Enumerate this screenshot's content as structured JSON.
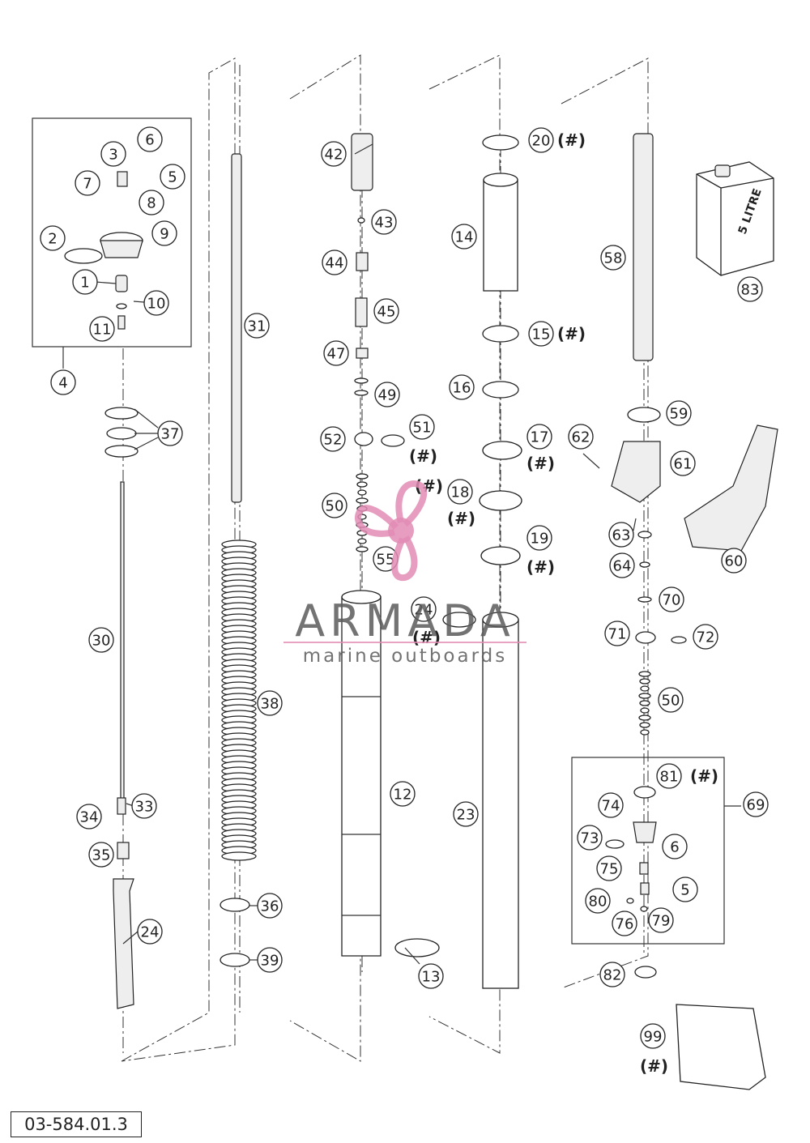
{
  "document_ref": "03-584.01.3",
  "watermark": {
    "brand": "ARMADA",
    "tagline": "marine outboards"
  },
  "oil_can_label": "5 LITRE",
  "hash_mark": "(#)",
  "callouts": [
    "1",
    "2",
    "3",
    "4",
    "5",
    "6",
    "7",
    "8",
    "9",
    "10",
    "11",
    "12",
    "13",
    "14",
    "15",
    "16",
    "17",
    "18",
    "19",
    "20",
    "23",
    "24",
    "30",
    "31",
    "33",
    "34",
    "35",
    "36",
    "37",
    "38",
    "39",
    "42",
    "43",
    "44",
    "45",
    "47",
    "49",
    "50",
    "51",
    "52",
    "55",
    "58",
    "59",
    "60",
    "61",
    "62",
    "63",
    "64",
    "69",
    "70",
    "71",
    "72",
    "73",
    "74",
    "75",
    "76",
    "79",
    "80",
    "81",
    "82",
    "83",
    "99"
  ],
  "marked_parts": [
    "13",
    "15",
    "17",
    "18",
    "19",
    "20",
    "24",
    "51",
    "81",
    "99"
  ]
}
